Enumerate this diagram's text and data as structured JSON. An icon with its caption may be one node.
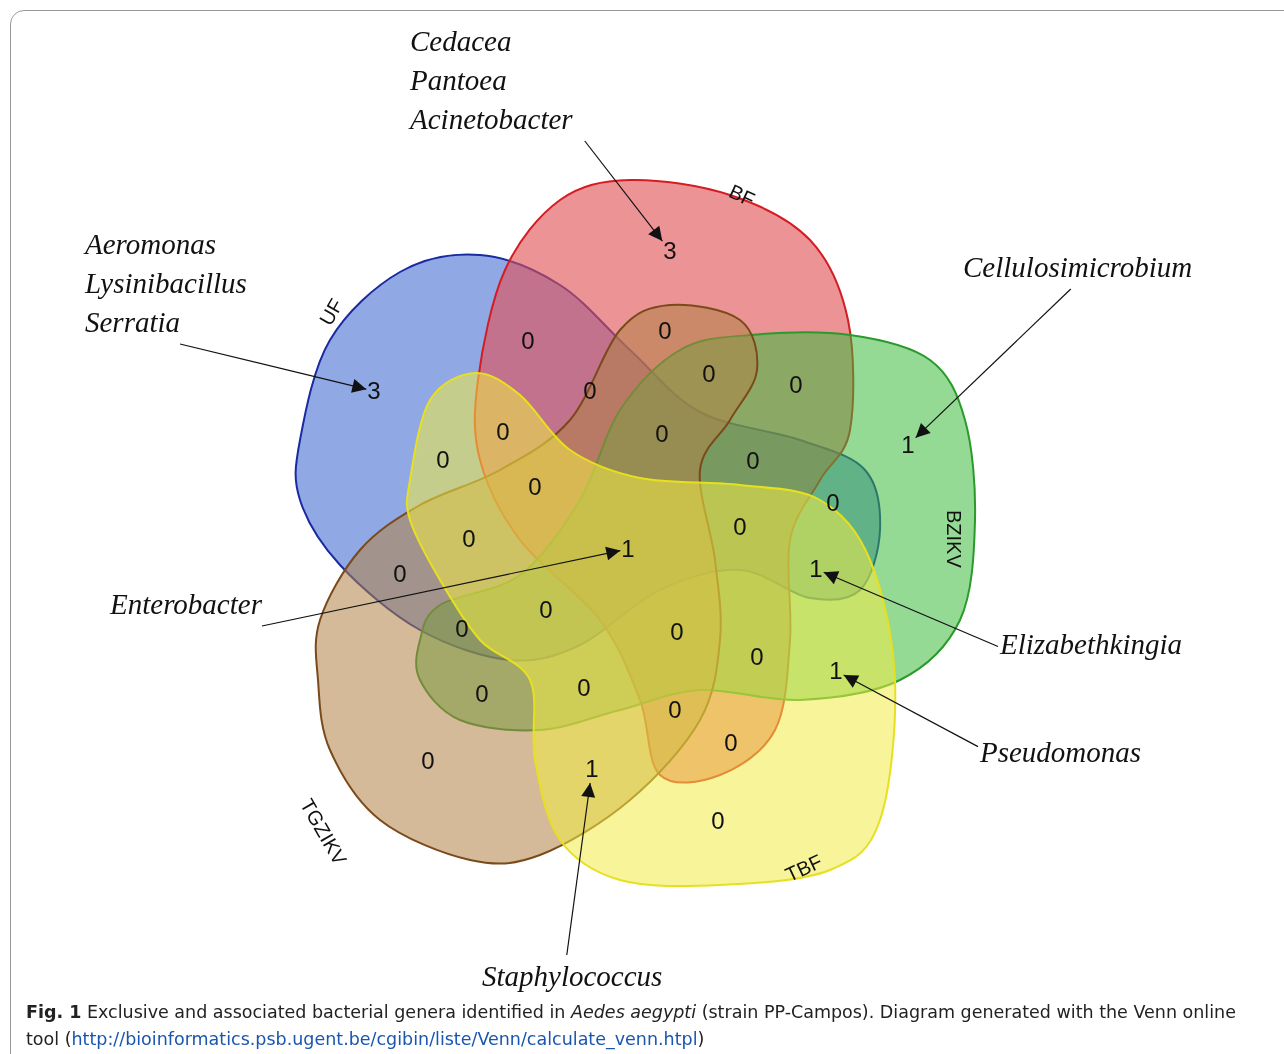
{
  "diagram": {
    "caption": "**Fig. 1** Exclusive and associated bacterial genera identified in *Aedes aegypti* (strain PP-Campos). Diagram generated with the Venn online tool (http://bioinformatics.psb.ugent.be/cgibin/liste/Venn/calculate_venn.htpl)",
    "nodes": [
      {
        "text": [
          "UF"
        ]
      },
      {
        "text": [
          "BF"
        ]
      },
      {
        "text": [
          "BZIKV"
        ]
      },
      {
        "text": [
          "TGZIKV"
        ]
      },
      {
        "text": [
          "TBF"
        ]
      },
      {
        "text": [
          "Cedacea Pantoea Acinetobacter"
        ]
      },
      {
        "text": [
          "3"
        ],
        "in": 1
      },
      {
        "text": [
          "Aeromonas Lysinibacillus Serratia"
        ]
      },
      {
        "text": [
          "3"
        ],
        "in": 0
      },
      {
        "text": [
          "Cellulosimicrobium"
        ]
      },
      {
        "text": [
          "1"
        ],
        "in": 2
      },
      {
        "text": [
          "Enterobacter"
        ]
      },
      {
        "text": [
          "1"
        ]
      },
      {
        "text": [
          "Elizabethkingia"
        ]
      },
      {
        "text": [
          "1"
        ]
      },
      {
        "text": [
          "Pseudomonas"
        ]
      },
      {
        "text": [
          "1"
        ]
      },
      {
        "text": [
          "Staphylococcus"
        ]
      },
      {
        "text": [
          "1"
        ]
      }
    ],
    "edges": [
      {
        "from": 5,
        "to": 6,
        "arrow": "to"
      },
      {
        "from": 7,
        "to": 8,
        "arrow": "to"
      },
      {
        "from": 9,
        "to": 10,
        "arrow": "to"
      },
      {
        "from": 11,
        "to": 12,
        "arrow": "to"
      },
      {
        "from": 13,
        "to": 14,
        "arrow": "to"
      },
      {
        "from": 15,
        "to": 16,
        "arrow": "to"
      },
      {
        "from": 17,
        "to": 18,
        "arrow": "to"
      }
    ],
    "labels": [
      "0",
      "0",
      "0",
      "0",
      "0",
      "0",
      "0",
      "0",
      "0",
      "0",
      "0",
      "0",
      "0",
      "0",
      "0",
      "0",
      "0",
      "0",
      "0",
      "0",
      "0",
      "0",
      "0",
      "0"
    ]
  }
}
